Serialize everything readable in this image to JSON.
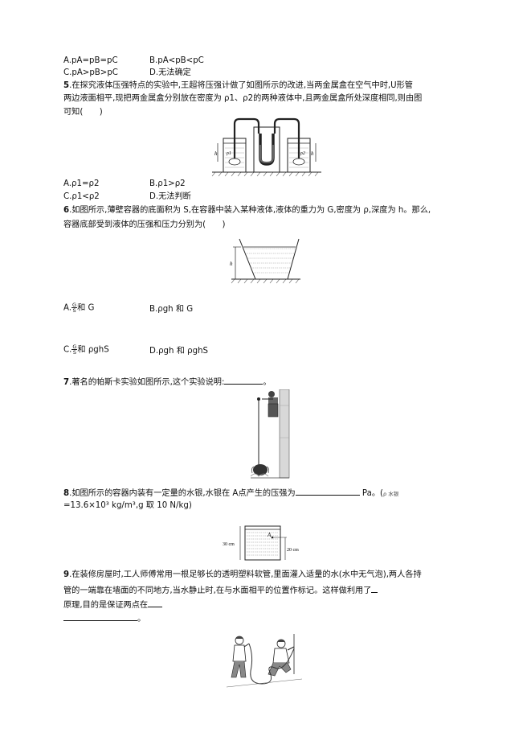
{
  "q4_options": {
    "a": "A.pA=pB=pC",
    "b": "B.pA<pB<pC",
    "c": "C.pA>pB>pC",
    "d": "D.无法确定"
  },
  "q5": {
    "number": "5",
    "line1": ".在探究液体压强特点的实验中,王超将压强计做了如图所示的改进,当两金属盒在空气中时,U形管",
    "line2": "两边液面相平,现把两金属盒分别放在密度为 ρ1、ρ2的两种液体中,且两金属盒所处深度相同,则由图",
    "line3": "可知(　　)",
    "option_a": "A.ρ1=ρ2",
    "option_b": "B.ρ1>ρ2",
    "option_c": "C.ρ1<ρ2",
    "option_d": "D.无法判断",
    "figure_labels": {
      "h_left": "h",
      "h_right": "h",
      "rho1": "ρ1",
      "rho2": "ρ2"
    }
  },
  "q6": {
    "number": "6",
    "line1": ".如图所示,薄壁容器的底面积为 S,在容器中装入某种液体,液体的重力为 G,密度为 ρ,深度为 h。那么,",
    "line2": "容器底部受到液体的压强和压力分别为(　　)",
    "option_a_prefix": "A.",
    "option_a_suffix": "和 G",
    "option_b": "B.ρgh 和 G",
    "option_c_prefix": "C.",
    "option_c_suffix": "和 ρghS",
    "option_d": "D.ρgh 和 ρghS",
    "frac_num": "G",
    "frac_den": "S",
    "figure_label": "h"
  },
  "q7": {
    "number": "7",
    "text": ".著名的帕斯卡实验如图所示,这个实验说明:",
    "end": "。"
  },
  "q8": {
    "number": "8",
    "line1": ".如图所示的容器内装有一定量的水银,水银在 A点产生的压强为",
    "unit": "Pa。(",
    "rho_note": "ρ 水银",
    "line2": "=13.6×10³ kg/m³,g 取 10 N/kg)",
    "figure": {
      "left_label": "30 cm",
      "right_label": "20 cm",
      "point": "A"
    }
  },
  "q9": {
    "number": "9",
    "line1": ".在装修房屋时,工人师傅常用一根足够长的透明塑料软管,里面灌入适量的水(水中无气泡),两人各持",
    "line2": "管的一端靠在墙面的不同地方,当水静止时,在与水面相平的位置作标记。这样做利用了",
    "line3": "原理,目的是保证两点在",
    "end": "。"
  }
}
